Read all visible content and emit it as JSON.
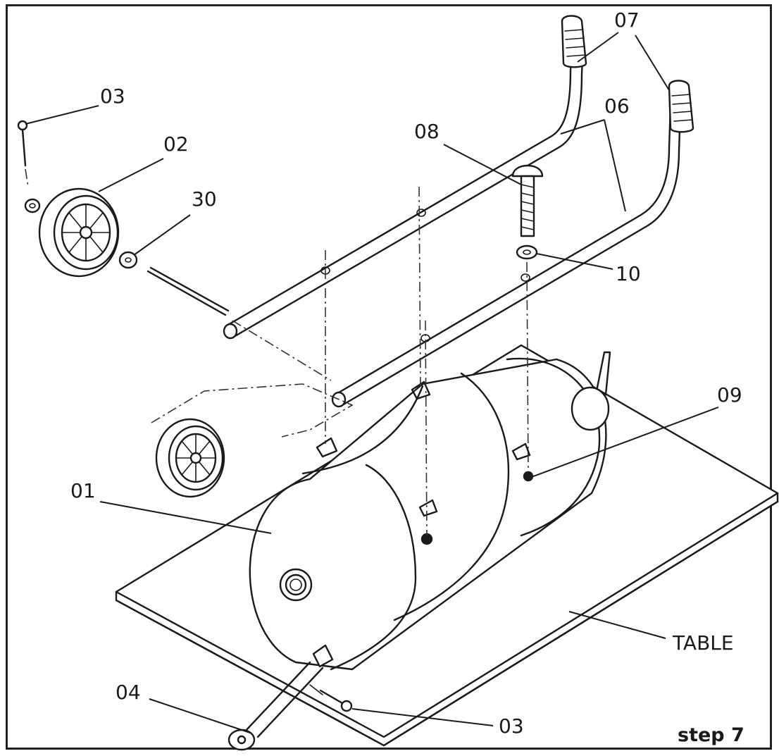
{
  "labels": {
    "part_07": "07",
    "part_06": "06",
    "part_08": "08",
    "part_03_top": "03",
    "part_02": "02",
    "part_30": "30",
    "part_10": "10",
    "part_09": "09",
    "part_01": "01",
    "part_04": "04",
    "part_03_bottom": "03",
    "table": "TABLE"
  },
  "step_label": "step 7"
}
